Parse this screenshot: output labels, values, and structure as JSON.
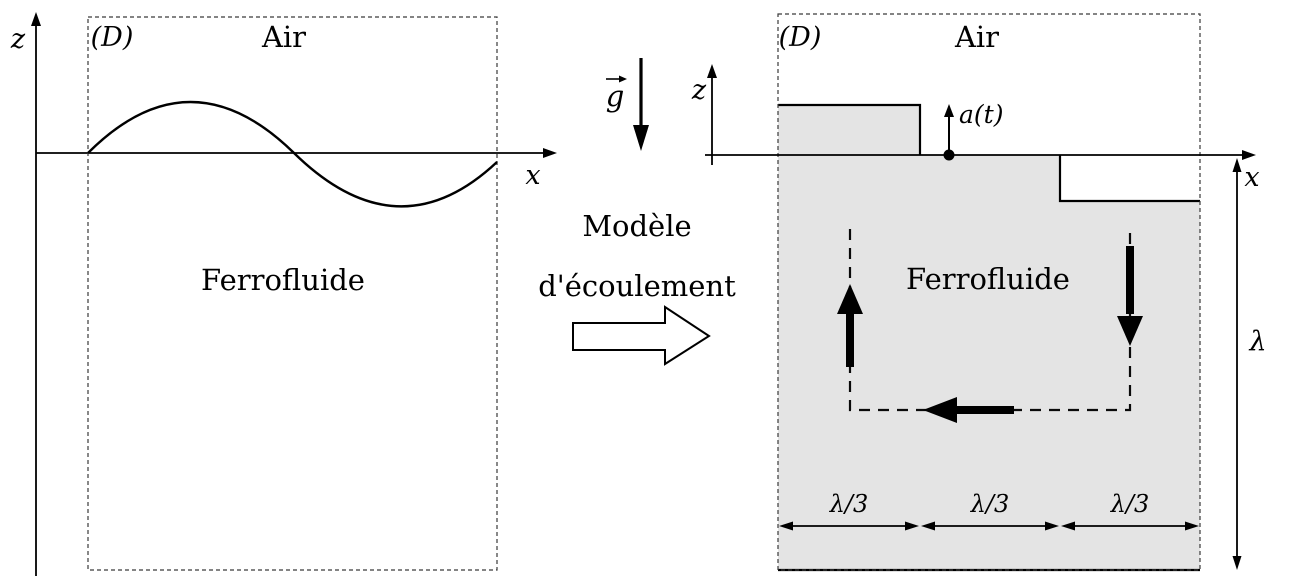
{
  "figure": {
    "description_left": "wavy ferrofluid interface",
    "description_right": "simplified flow model"
  },
  "colors": {
    "line": "#000000",
    "fluid_fill": "#e4e4e4",
    "background": "#ffffff"
  },
  "left_panel": {
    "domain_label": "(D)",
    "air_label": "Air",
    "fluid_label": "Ferrofluide",
    "z_axis_label": "z",
    "x_axis_label": "x"
  },
  "middle": {
    "gravity_symbol": "g",
    "caption_line1": "Modèle",
    "caption_line2": "d'écoulement"
  },
  "right_panel": {
    "domain_label": "(D)",
    "air_label": "Air",
    "fluid_label": "Ferrofluide",
    "z_axis_label": "z",
    "x_axis_label": "x",
    "acceleration_label": "a(t)",
    "segment_labels": [
      "λ/3",
      "λ/3",
      "λ/3"
    ],
    "wavelength_label": "λ"
  }
}
